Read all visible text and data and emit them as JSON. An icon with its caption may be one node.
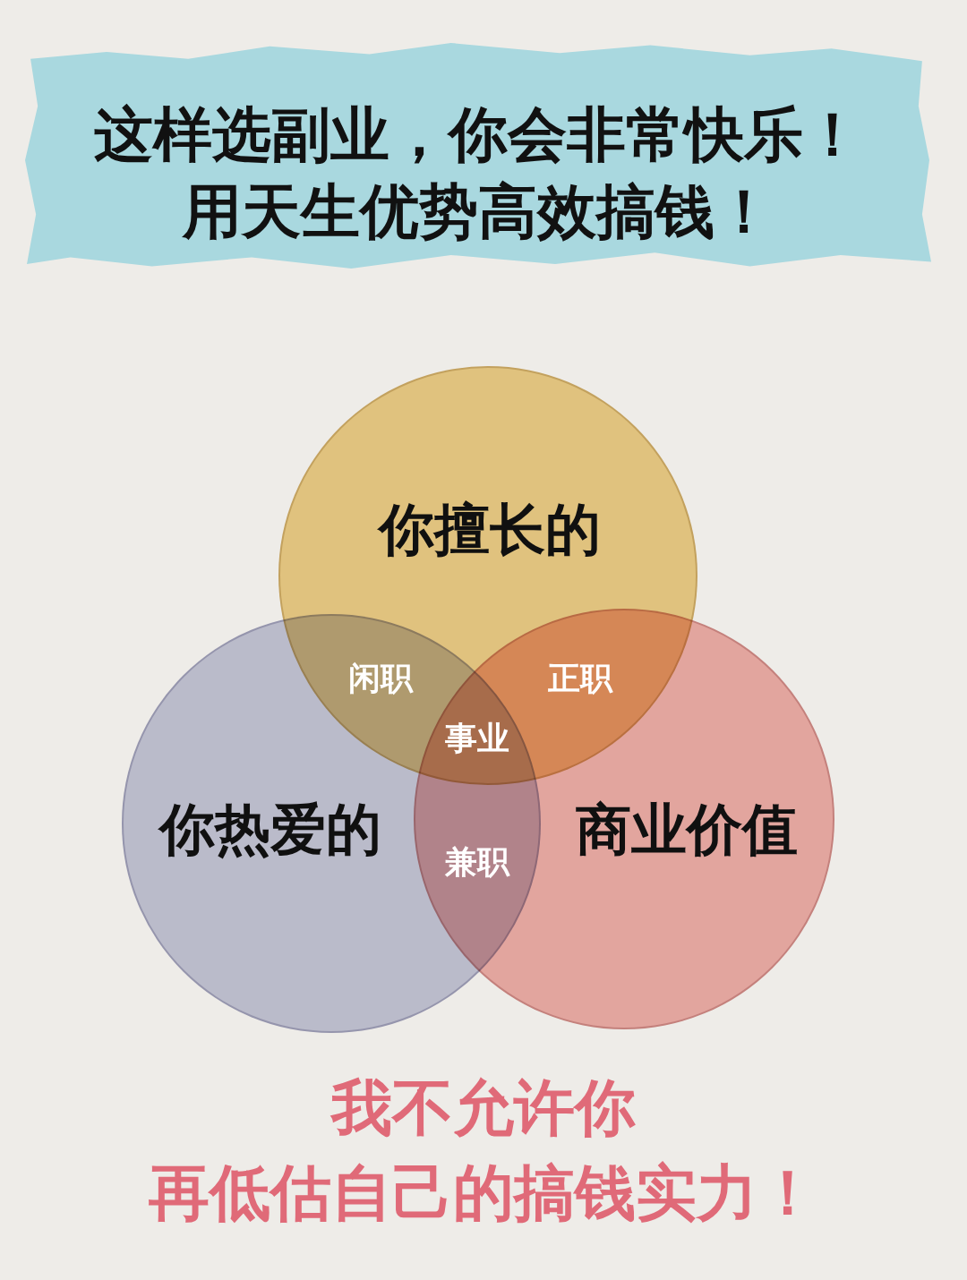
{
  "diagram": {
    "title": "这样选副业，你会非常快乐！用天生优势高效搞钱！",
    "caption": "我不允许你再低估自己的搞钱实力！",
    "nodes": [
      {
        "text": [
          "你擅长的"
        ]
      },
      {
        "text": [
          "你热爱的"
        ]
      },
      {
        "text": [
          "商业价值"
        ]
      }
    ],
    "labels": [
      "闲职",
      "正职",
      "事业",
      "兼职"
    ]
  }
}
